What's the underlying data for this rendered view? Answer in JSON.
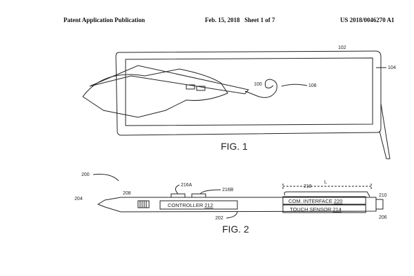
{
  "header": {
    "publication": "Patent Application Publication",
    "date_sheet": "Feb. 15, 2018   Sheet 1 of 7",
    "number": "US 2018/0046270 A1"
  },
  "fig1": {
    "caption": "FIG. 1",
    "refs": {
      "device": "102",
      "display": "104",
      "pen": "100",
      "stroke": "108"
    }
  },
  "fig2": {
    "caption": "FIG. 2",
    "refs": {
      "assembly": "200",
      "tip": "204",
      "grip": "208",
      "button_a": "216A",
      "button_b": "216B",
      "clip": "218",
      "length": "L",
      "cap": "210",
      "end": "206",
      "body": "202"
    },
    "boxes": {
      "controller": "CONTROLLER",
      "controller_num": "212",
      "com": "COM. INTERFACE",
      "com_num": "220",
      "touch": "TOUCH SENSOR",
      "touch_num": "214"
    }
  }
}
